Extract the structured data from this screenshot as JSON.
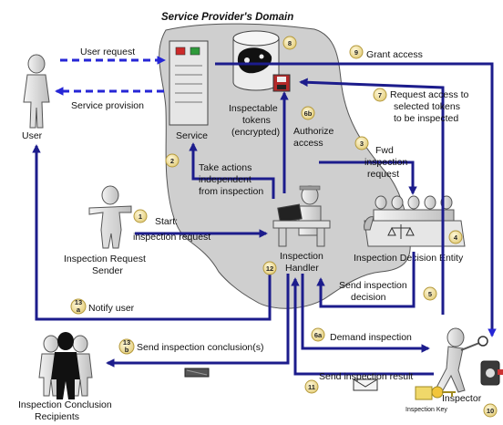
{
  "title": "Service Provider's Domain",
  "actors": {
    "user": "User",
    "service": "Service",
    "tokens_line1": "Inspectable",
    "tokens_line2": "tokens",
    "tokens_line3": "(encrypted)",
    "sender_line1": "Inspection Request",
    "sender_line2": "Sender",
    "handler_line1": "Inspection",
    "handler_line2": "Handler",
    "decision_entity": "Inspection Decision Entity",
    "inspector": "Inspector",
    "recipients_line1": "Inspection Conclusion",
    "recipients_line2": "Recipients",
    "inspection_key": "Inspection Key"
  },
  "labels": {
    "user_request": "User request",
    "service_provision": "Service provision",
    "grant_access": "Grant access",
    "request_access_1": "Request access to",
    "request_access_2": "selected tokens",
    "request_access_3": "to be inspected",
    "authorize_1": "Authorize",
    "authorize_2": "access",
    "fwd_1": "Fwd",
    "fwd_2": "inspection",
    "fwd_3": "request",
    "take_actions_1": "Take actions",
    "take_actions_2": "independent",
    "take_actions_3": "from inspection",
    "start_1": "Start:",
    "start_2": "inspection request",
    "send_decision_1": "Send inspection",
    "send_decision_2": "decision",
    "notify_user": "Notify user",
    "demand_inspection": "Demand inspection",
    "send_conclusion": "Send inspection conclusion(s)",
    "send_result": "Send inspection result"
  },
  "steps": {
    "s1": "1",
    "s2": "2",
    "s3": "3",
    "s4": "4",
    "s5": "5",
    "s6a": "6a",
    "s6b": "6b",
    "s7": "7",
    "s8": "8",
    "s9": "9",
    "s10": "10",
    "s11": "11",
    "s12": "12",
    "s13a_n": "13",
    "s13a_l": "a",
    "s13b_n": "13",
    "s13b_l": "b"
  },
  "colors": {
    "arrow": "#1c1c8c",
    "dashed_arrow": "#2626d6",
    "cloud": "#cfcfcf",
    "figure": "#d4d4d4",
    "badge": "#f3e3a0"
  }
}
